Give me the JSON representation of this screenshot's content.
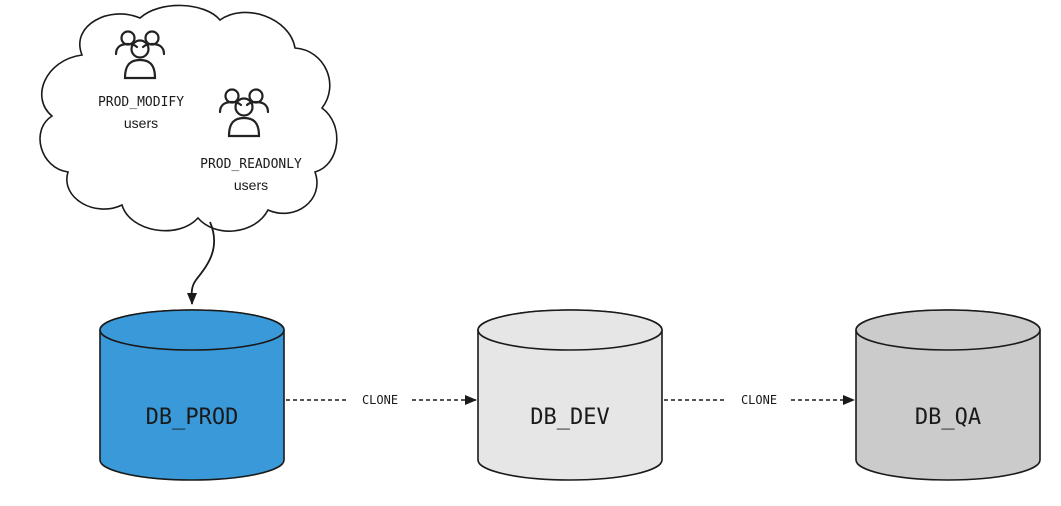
{
  "databases": [
    {
      "name": "DB_PROD",
      "color": "#3a9ad9"
    },
    {
      "name": "DB_DEV",
      "color": "#e6e6e6"
    },
    {
      "name": "DB_QA",
      "color": "#cbcbcb"
    }
  ],
  "connectors": [
    {
      "label": "CLONE"
    },
    {
      "label": "CLONE"
    }
  ],
  "user_groups": [
    {
      "name": "PROD_MODIFY",
      "sublabel": "users"
    },
    {
      "name": "PROD_READONLY",
      "sublabel": "users"
    }
  ],
  "colors": {
    "stroke": "#1a1a1a",
    "cloud_fill": "#ffffff"
  },
  "icons": [
    "users-group-icon",
    "users-group-icon"
  ]
}
